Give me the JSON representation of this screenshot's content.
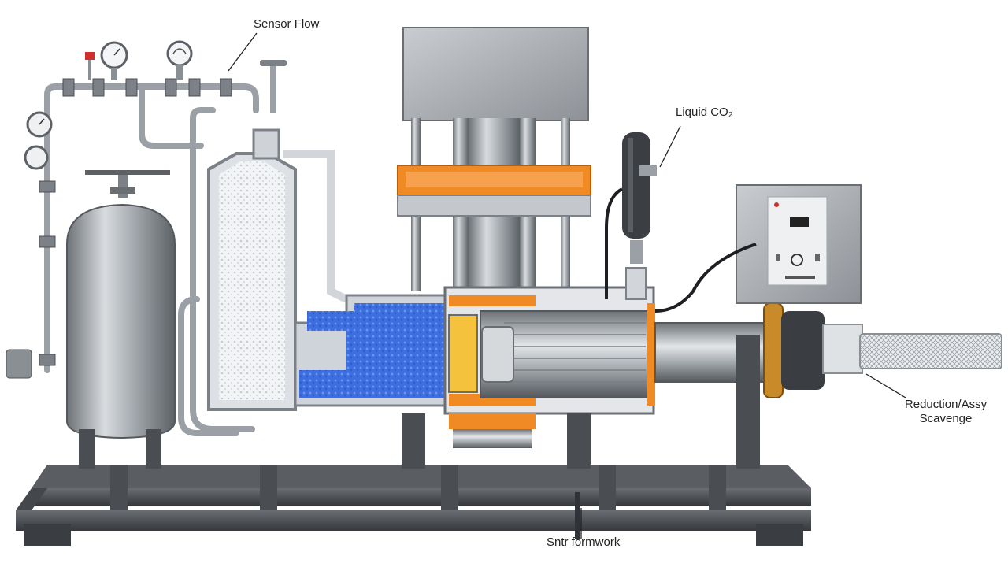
{
  "labels": {
    "top_label": "Sensor Flow",
    "co2_label": "Liquid CO₂",
    "right_label_line1": "Reduction/Assy",
    "right_label_line2": "Scavenge",
    "bottom_label": "Sntr formwork"
  },
  "colors": {
    "steel": "#9aa0a6",
    "frame": "#4a4d52",
    "accent_orange": "#f08a24",
    "fluid_blue": "#3d6fe0",
    "white_chamber": "#eef0f2"
  }
}
